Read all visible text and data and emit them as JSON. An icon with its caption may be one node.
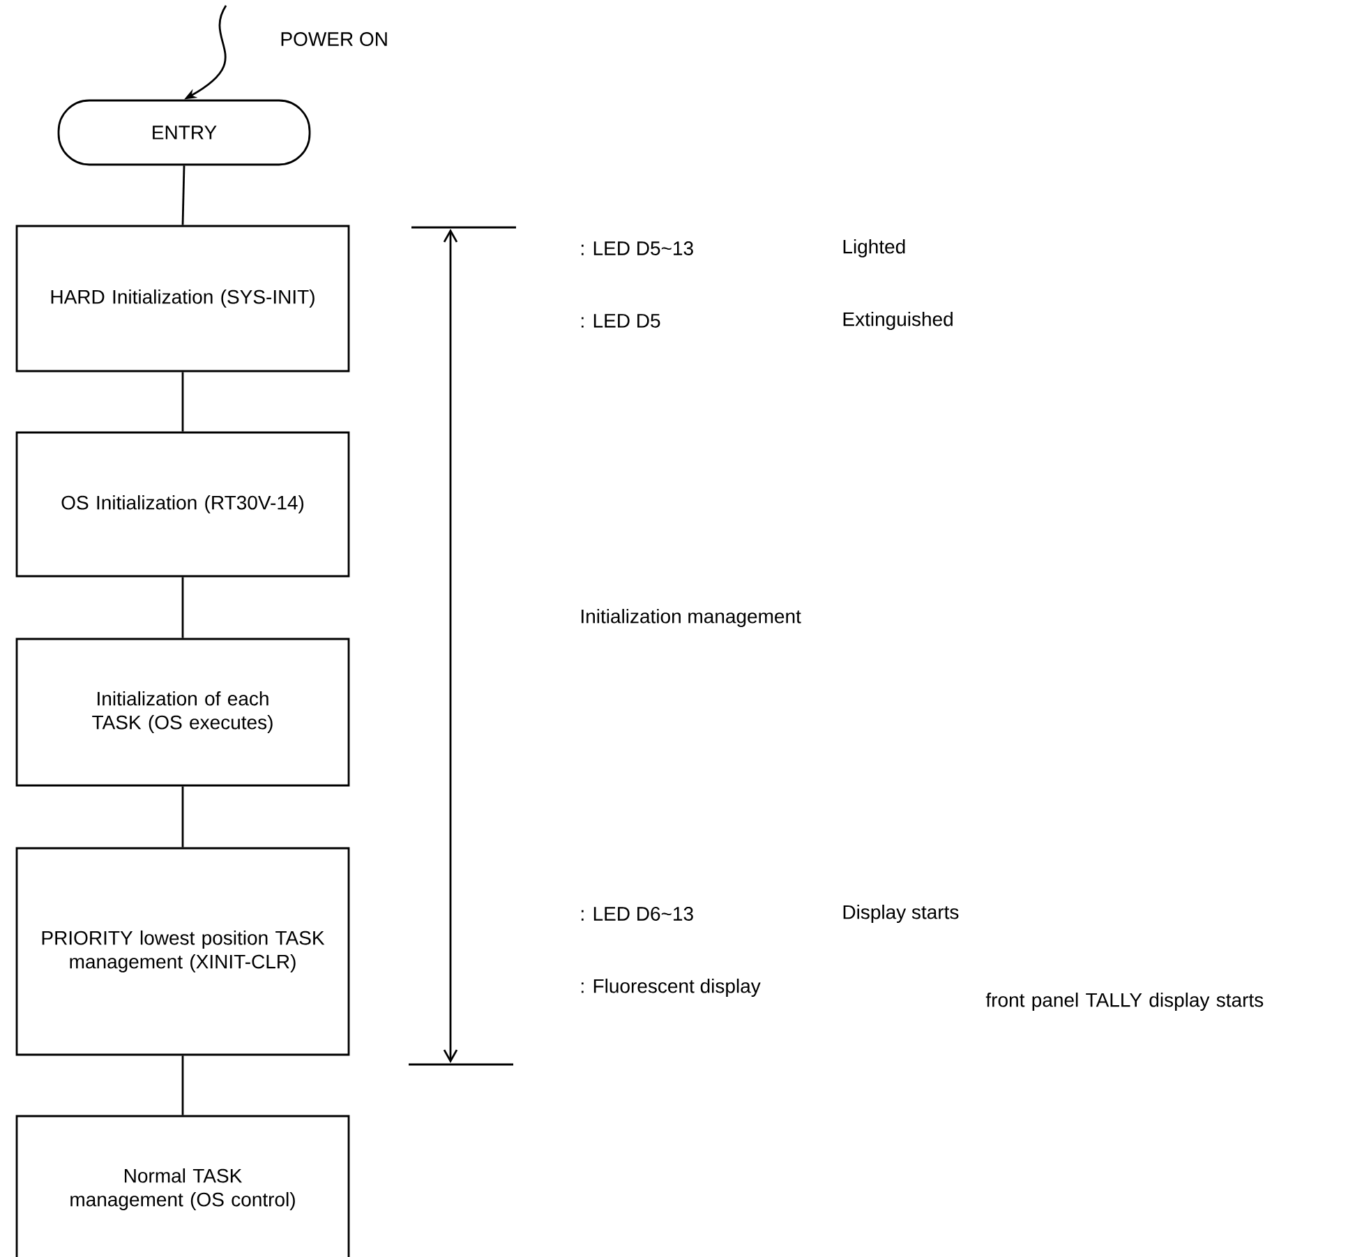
{
  "diagram": {
    "nodes": [
      {
        "text": [
          "ENTRY"
        ]
      },
      {
        "text": [
          "HARD Initialization (SYS-INIT)"
        ]
      },
      {
        "text": [
          "OS Initialization (RT30V-14)"
        ]
      },
      {
        "text": [
          "Initialization of each TASK (OS executes)"
        ]
      },
      {
        "text": [
          "PRIORITY lowest position TASK management (XINIT-CLR)"
        ]
      },
      {
        "text": [
          "Normal TASK management (OS control)"
        ]
      }
    ],
    "edges": [
      {
        "from": null,
        "to": 0,
        "arrow": "to",
        "label": "POWER ON"
      },
      {
        "from": 0,
        "to": 1,
        "arrow": "none"
      },
      {
        "from": 1,
        "to": 2,
        "arrow": "none"
      },
      {
        "from": 2,
        "to": 3,
        "arrow": "none"
      },
      {
        "from": 3,
        "to": 4,
        "arrow": "none"
      },
      {
        "from": 4,
        "to": 5,
        "arrow": "none"
      }
    ],
    "labels": [
      ": LED D5~13",
      "Lighted",
      ": LED D5",
      "Extinguished",
      "Initialization management",
      ": LED D6~13",
      "Display starts",
      ": Fluorescent display",
      "front panel TALLY display starts"
    ]
  }
}
